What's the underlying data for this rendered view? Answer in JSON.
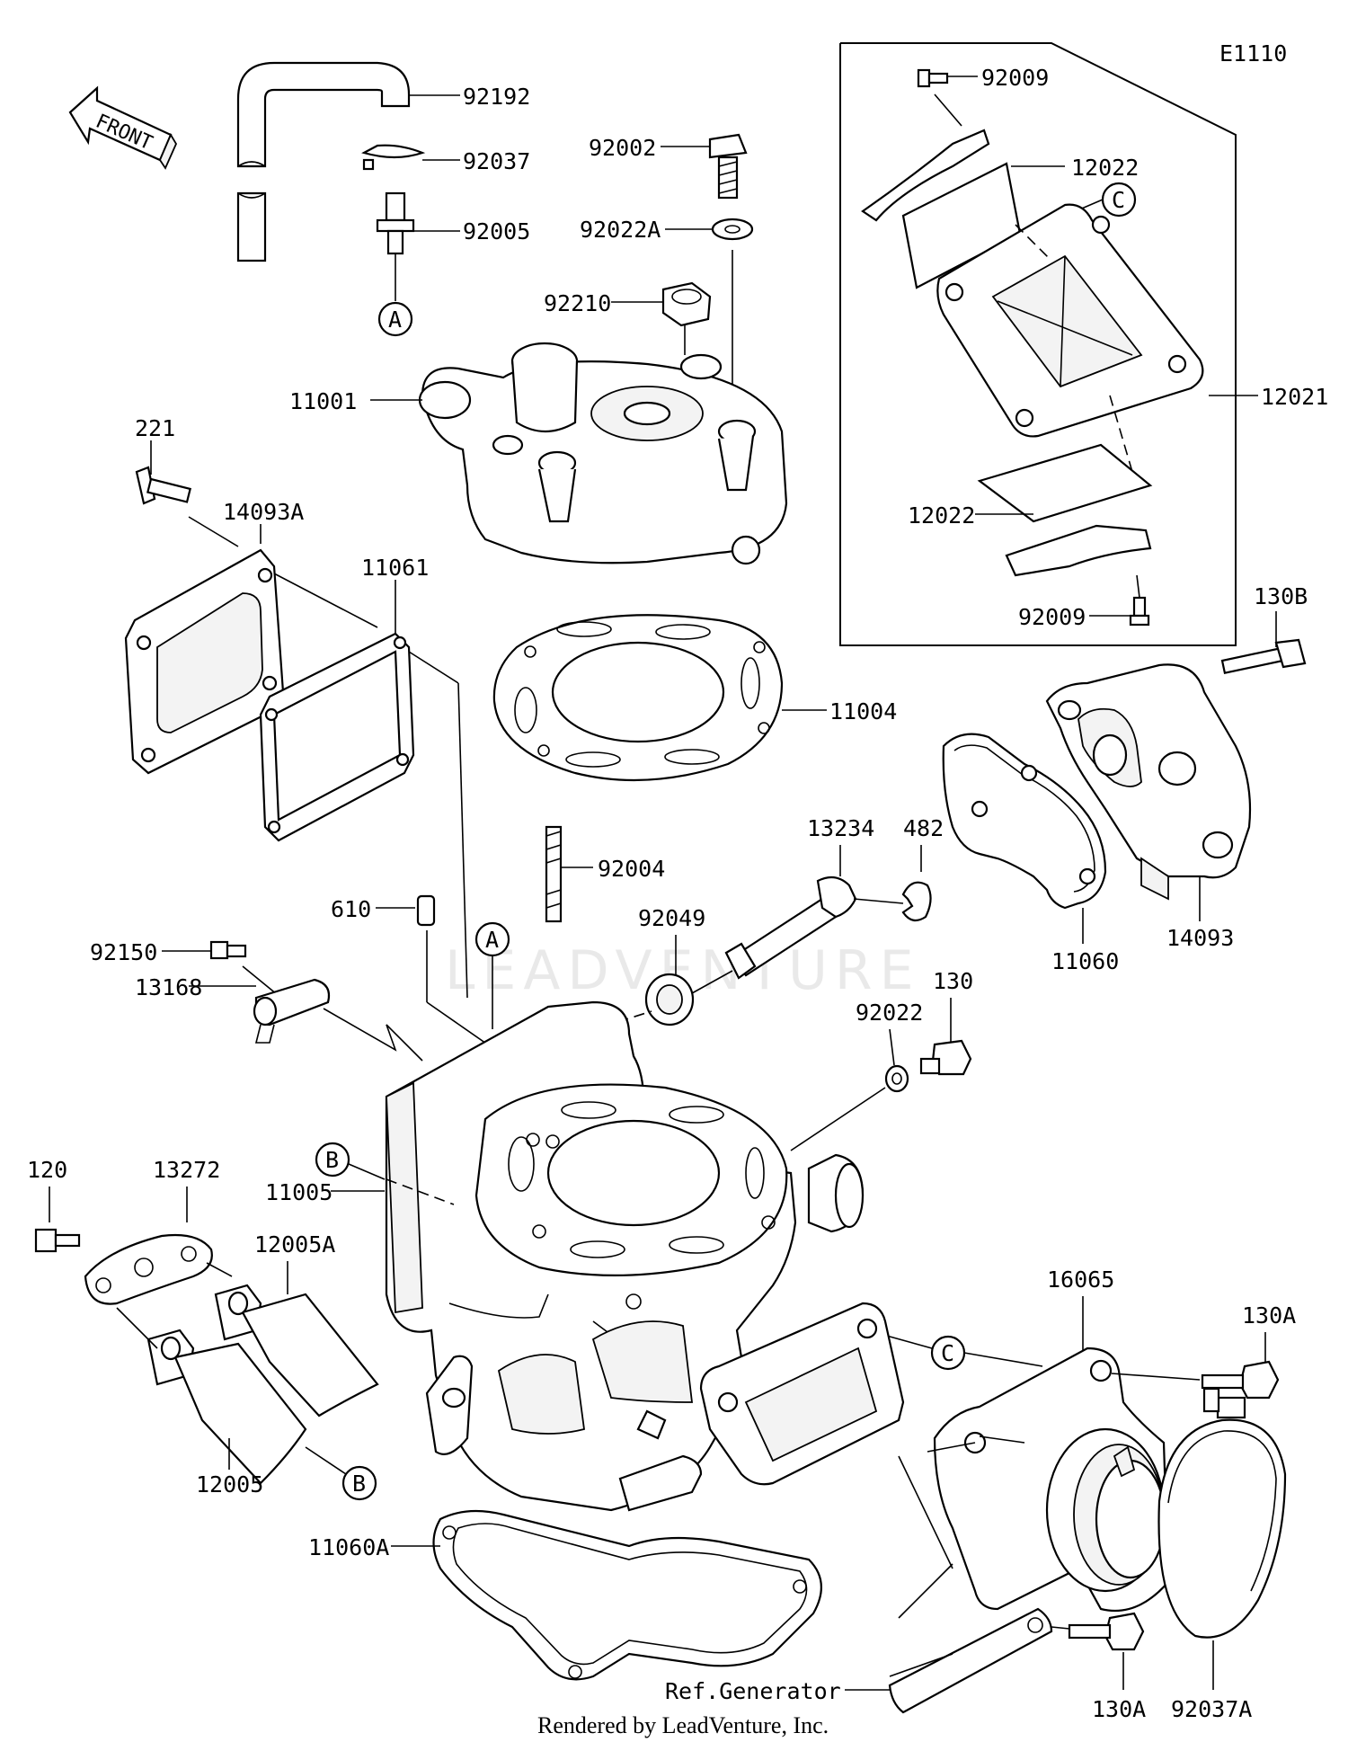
{
  "diagram_code": "E1110",
  "front_label": "FRONT",
  "watermark": "LEADVENTURE",
  "footer": "Rendered by LeadVenture, Inc.",
  "ref_note": "Ref.Generator",
  "callouts": {
    "A": "A",
    "B": "B",
    "C": "C"
  },
  "parts": {
    "p92192": "92192",
    "p92037": "92037",
    "p92005": "92005",
    "p92002": "92002",
    "p92022A": "92022A",
    "p92210": "92210",
    "p11001": "11001",
    "p221": "221",
    "p14093A": "14093A",
    "p11061": "11061",
    "p11004": "11004",
    "p92009_top": "92009",
    "p12022_top": "12022",
    "p12021": "12021",
    "p12022_bot": "12022",
    "p92009_bot": "92009",
    "p130B": "130B",
    "p13234": "13234",
    "p482": "482",
    "p92150": "92150",
    "p610": "610",
    "p92004": "92004",
    "p92049": "92049",
    "p13168": "13168",
    "p11060": "11060",
    "p14093": "14093",
    "p130": "130",
    "p92022": "92022",
    "p11005": "11005",
    "p120": "120",
    "p13272": "13272",
    "p12005A": "12005A",
    "p16065": "16065",
    "p130A_top": "130A",
    "p12005": "12005",
    "p11060A": "11060A",
    "p130A_bot": "130A",
    "p92037A": "92037A"
  }
}
